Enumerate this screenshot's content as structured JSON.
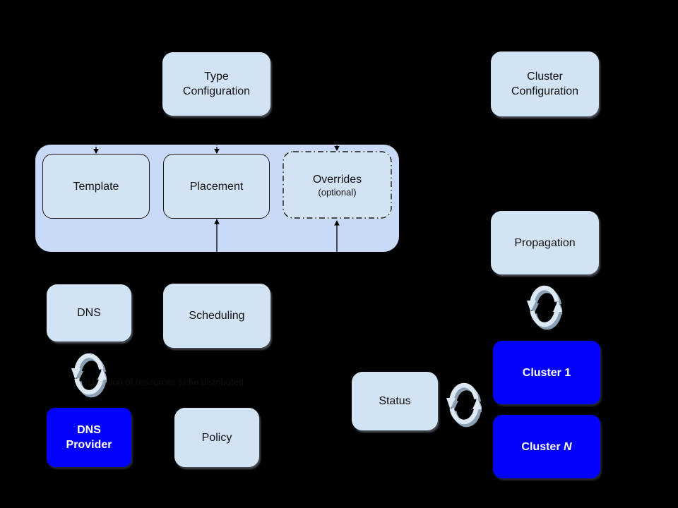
{
  "colors": {
    "background": "#000000",
    "container_fill": "#c9daf8",
    "box_fill": "#d2e3f4",
    "blue_fill": "#0202fc",
    "text_dark": "#111111",
    "text_light": "#ffffff",
    "arrow": "#000000",
    "sync_light": "#dde8f5",
    "sync_shadow": "#8ba0b4"
  },
  "nodes": {
    "type_config": "Type\nConfiguration",
    "cluster_config": "Cluster\nConfiguration",
    "template": "Template",
    "placement": "Placement",
    "overrides": "Overrides",
    "overrides_note": "(optional)",
    "container_caption": "Declaration of resources to be distributed",
    "dns": "DNS",
    "scheduling": "Scheduling",
    "propagation": "Propagation",
    "dns_provider": "DNS\nProvider",
    "policy": "Policy",
    "status": "Status",
    "cluster_1": "Cluster 1",
    "cluster_n_prefix": "Cluster ",
    "cluster_n_suffix": "N"
  },
  "icons": {
    "sync_dns": "sync-arrows",
    "sync_propagation": "sync-arrows",
    "sync_status": "sync-arrows"
  }
}
